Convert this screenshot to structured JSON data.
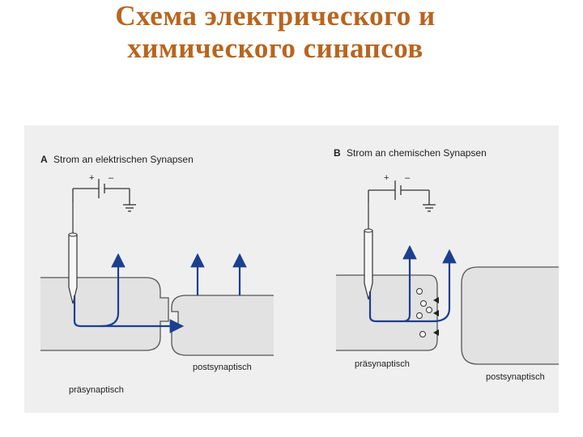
{
  "slide": {
    "title": "Схема электрического и\nхимического синапсов",
    "title_color": "#b8651e"
  },
  "panel_a": {
    "letter": "A",
    "heading": "Strom an elektrischen Synapsen",
    "battery_plus": "+",
    "battery_minus": "–",
    "presynaptic_label": "präsynaptisch",
    "postsynaptic_label": "postsynaptisch"
  },
  "panel_b": {
    "letter": "B",
    "heading": "Strom an chemischen Synapsen",
    "battery_plus": "+",
    "battery_minus": "–",
    "presynaptic_label": "präsynaptisch",
    "postsynaptic_label": "postsynaptisch"
  },
  "colors": {
    "current_arrow": "#1c3f8f",
    "cell_outline": "#555555",
    "panel_bg": "#efefef"
  }
}
